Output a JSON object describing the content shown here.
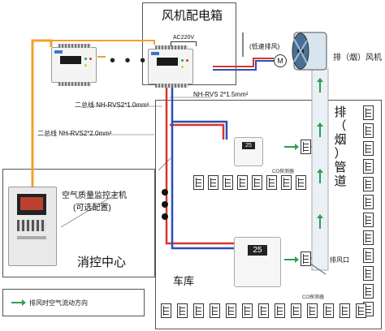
{
  "labels": {
    "fan_box_title": "风机配电箱",
    "ac220v": "AC220V",
    "low_speed_exhaust": "(低速排风)",
    "motor": "M",
    "exhaust_fan": "排（烟）风机",
    "nh_rvs_power": "NH-RVS 2*1.5mm²",
    "bus_line_1": "二总线 NH-RVS2*1.0mm²",
    "bus_line_2": "二总线 NH-RVS2*2.0mm²",
    "host_label_1": "空气质量监控主机",
    "host_label_2": "(可选配置)",
    "fire_center": "消控中心",
    "garage": "车库",
    "co_detector_small": "CO探测器",
    "co_detector_big": "CO探测器",
    "duct_chars": [
      "排",
      "（",
      "烟",
      "）",
      "管",
      "道"
    ],
    "exhaust_port": "排风口",
    "display_small": "25",
    "display_big": "25",
    "legend": "排风时空气流动方向"
  },
  "colors": {
    "orange_wire": "#f0a033",
    "red_wire": "#d9342b",
    "blue_wire": "#2a4fb5",
    "green_arrow": "#2e9e4c",
    "duct": "#eaf0f6"
  }
}
